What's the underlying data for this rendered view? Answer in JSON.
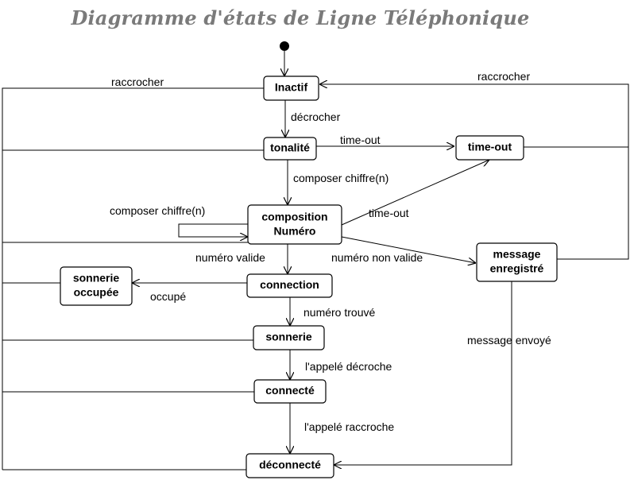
{
  "title": "Diagramme d'états de Ligne Téléphonique",
  "states": {
    "inactif": "Inactif",
    "tonalite": "tonalité",
    "timeout": "time-out",
    "composition": [
      "composition",
      "Numéro"
    ],
    "message": [
      "message",
      "enregistré"
    ],
    "connection": "connection",
    "sonnerie_occupee": [
      "sonnerie",
      "occupée"
    ],
    "sonnerie": "sonnerie",
    "connecte": "connecté",
    "deconnecte": "déconnecté"
  },
  "transitions": {
    "raccrocher_left": "raccrocher",
    "raccrocher_right": "raccrocher",
    "decrocher": "décrocher",
    "timeout_tonalite": "time-out",
    "composer_chiffre_1": "composer chiffre(n)",
    "composer_chiffre_loop": "composer chiffre(n)",
    "timeout_composition": "time-out",
    "numero_valide": "numéro valide",
    "numero_non_valide": "numéro non valide",
    "occupe": "occupé",
    "numero_trouve": "numéro trouvé",
    "message_envoye": "message envoyé",
    "appele_decroche": "l'appelé décroche",
    "appele_raccroche": "l'appelé raccroche"
  }
}
